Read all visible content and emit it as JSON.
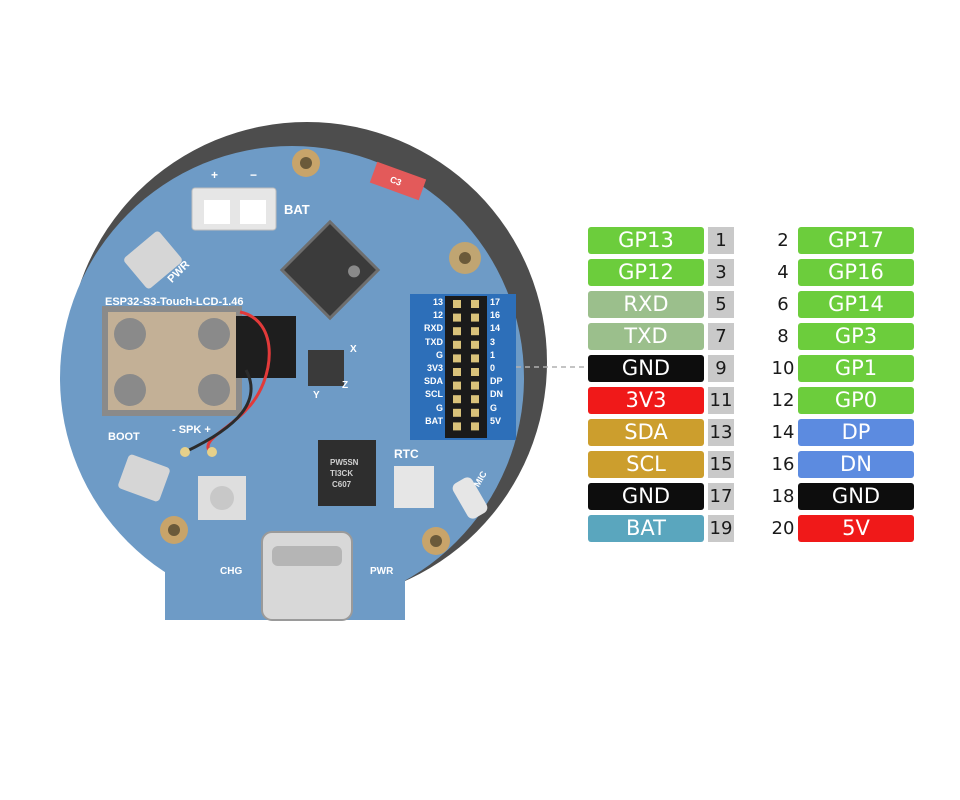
{
  "board": {
    "model_label": "ESP32-S3-Touch-LCD-1.46",
    "silkscreen": {
      "bat": "BAT",
      "pwr_top": "PWR",
      "boot": "BOOT",
      "spk": "- SPK +",
      "rtc": "RTC",
      "mic": "MIC",
      "chg": "CHG",
      "pwr_bottom": "PWR",
      "connector_plus": "+",
      "connector_minus": "−",
      "c3": "C3",
      "axis_x": "X",
      "axis_y": "Y",
      "axis_z": "Z"
    },
    "header_left_labels": [
      "13",
      "12",
      "RXD",
      "TXD",
      "G",
      "3V3",
      "SDA",
      "SCL",
      "G",
      "BAT"
    ],
    "header_right_labels": [
      "17",
      "16",
      "14",
      "3",
      "1",
      "0",
      "DP",
      "DN",
      "G",
      "5V"
    ],
    "chip_texts": {
      "usb_bridge": [
        "PW5SN",
        "TI3CK",
        "C607"
      ]
    }
  },
  "pins": [
    {
      "left_label": "GP13",
      "left_num": "1",
      "right_num": "2",
      "right_label": "GP17",
      "left_color": "#6ccd3c",
      "right_color": "#6ccd3c"
    },
    {
      "left_label": "GP12",
      "left_num": "3",
      "right_num": "4",
      "right_label": "GP16",
      "left_color": "#6ccd3c",
      "right_color": "#6ccd3c"
    },
    {
      "left_label": "RXD",
      "left_num": "5",
      "right_num": "6",
      "right_label": "GP14",
      "left_color": "#9bbf8c",
      "right_color": "#6ccd3c"
    },
    {
      "left_label": "TXD",
      "left_num": "7",
      "right_num": "8",
      "right_label": "GP3",
      "left_color": "#9bbf8c",
      "right_color": "#6ccd3c"
    },
    {
      "left_label": "GND",
      "left_num": "9",
      "right_num": "10",
      "right_label": "GP1",
      "left_color": "#0d0d0d",
      "right_color": "#6ccd3c"
    },
    {
      "left_label": "3V3",
      "left_num": "11",
      "right_num": "12",
      "right_label": "GP0",
      "left_color": "#f01919",
      "right_color": "#6ccd3c"
    },
    {
      "left_label": "SDA",
      "left_num": "13",
      "right_num": "14",
      "right_label": "DP",
      "left_color": "#cc9e2d",
      "right_color": "#5c8be0"
    },
    {
      "left_label": "SCL",
      "left_num": "15",
      "right_num": "16",
      "right_label": "DN",
      "left_color": "#cc9e2d",
      "right_color": "#5c8be0"
    },
    {
      "left_label": "GND",
      "left_num": "17",
      "right_num": "18",
      "right_label": "GND",
      "left_color": "#0d0d0d",
      "right_color": "#0d0d0d"
    },
    {
      "left_label": "BAT",
      "left_num": "19",
      "right_num": "20",
      "right_label": "5V",
      "left_color": "#5aa6be",
      "right_color": "#f01919"
    }
  ]
}
